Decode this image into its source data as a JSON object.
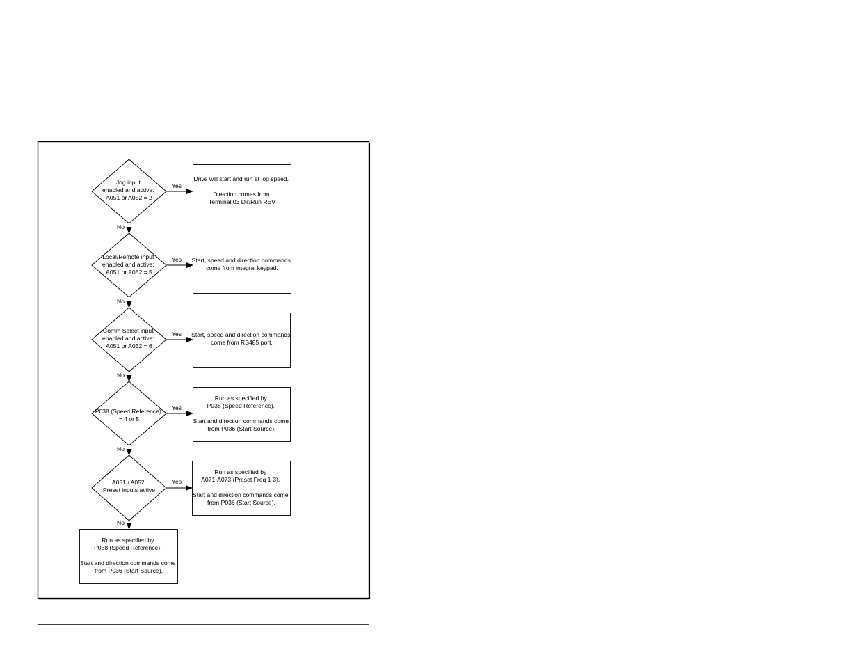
{
  "decisions": [
    {
      "lines": [
        "Jog input",
        "enabled and active:",
        "A051 or A052 = 2"
      ]
    },
    {
      "lines": [
        "Local/Remote input",
        "enabled and active:",
        "A051 or A052 = 5"
      ]
    },
    {
      "lines": [
        "Comm Select input",
        "enabled and active:",
        "A051 or A052 = 6"
      ]
    },
    {
      "lines": [
        "P038 (Speed Reference)",
        "= 4 or 5"
      ]
    },
    {
      "lines": [
        "A051 / A052",
        "Preset inputs active"
      ]
    }
  ],
  "outcomes": [
    {
      "lines": [
        "Drive will start and run at jog speed.",
        "",
        "Direction comes from",
        "Terminal 03 Dir/Run REV"
      ]
    },
    {
      "lines": [
        "Start, speed and direction commands",
        "come from integral keypad."
      ]
    },
    {
      "lines": [
        "Start, speed and direction commands",
        "come from RS485 port."
      ]
    },
    {
      "lines": [
        "Run as specified by",
        "P038 (Speed Reference).",
        "",
        "Start and direction commands come",
        "from P036 (Start Source)."
      ]
    },
    {
      "lines": [
        "Run as specified by",
        "A071-A073 (Preset Freq 1-3).",
        "",
        "Start and direction commands come",
        "from P036 (Start Source)."
      ]
    }
  ],
  "final_outcome": {
    "lines": [
      "Run as specified by",
      "P038 (Speed Reference).",
      "",
      "Start and direction commands come",
      "from P036 (Start Source)."
    ]
  },
  "labels": {
    "yes": "Yes",
    "no": "No"
  }
}
